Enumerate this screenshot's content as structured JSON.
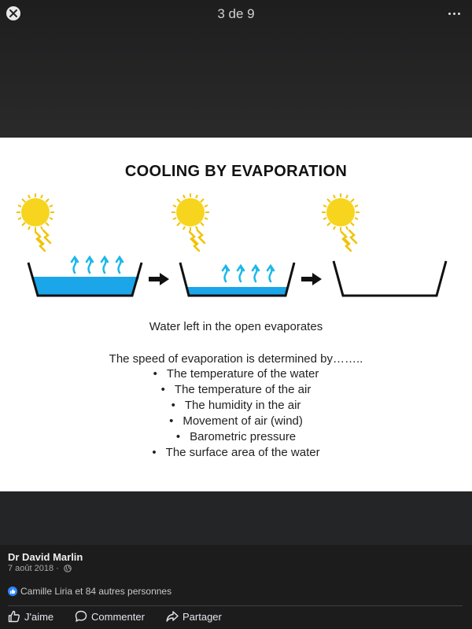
{
  "viewer": {
    "counter": "3 de 9"
  },
  "slide": {
    "title": "COOLING BY EVAPORATION",
    "caption": "Water left in the open evaporates",
    "lead": "The speed of evaporation is determined by……..",
    "bullets": [
      "The temperature of the water",
      "The temperature of the air",
      "The humidity in the air",
      "Movement of air (wind)",
      "Barometric pressure",
      "The surface area of the water"
    ],
    "colors": {
      "sun": "#f7d51e",
      "water": "#1aa6e8",
      "steam": "#1cb8e8"
    }
  },
  "post": {
    "author": "Dr David Marlin",
    "date": "7 août 2018 ·",
    "reactions": "Camille Liria et 84 autres personnes"
  },
  "actions": {
    "like": "J'aime",
    "comment": "Commenter",
    "share": "Partager"
  }
}
